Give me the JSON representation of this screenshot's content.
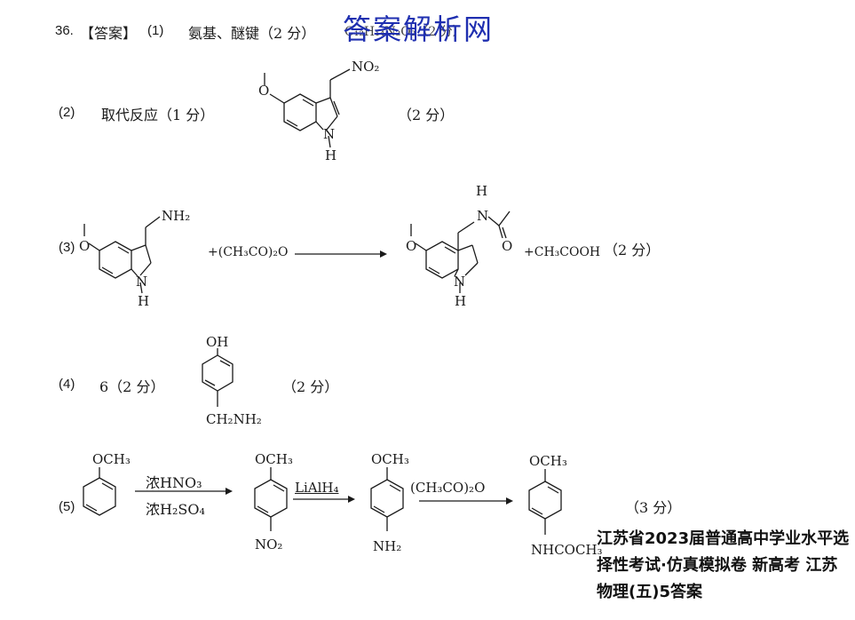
{
  "q_number": "36.",
  "answer_tag": "【答案】",
  "watermark": "答案解析网",
  "part1": {
    "label": "(1)",
    "text": "氨基、醚键（2 分）",
    "formula": "C₁₂H₁₄N₂O₂（2 分）"
  },
  "part2": {
    "label": "(2)",
    "reaction_type": "取代反应（1 分）",
    "score": "（2 分）"
  },
  "part3": {
    "label": "(3)",
    "reagent": "+(CH₃CO)₂O",
    "byproduct": "+CH₃COOH",
    "score": "（2 分）"
  },
  "part4": {
    "label": "(4)",
    "count": "6（2 分）",
    "score": "（2 分）"
  },
  "part5": {
    "label": "(5)",
    "step1_reagent_top": "浓HNO₃",
    "step1_reagent_bottom": "浓H₂SO₄",
    "step2_reagent": "LiAlH₄",
    "step3_reagent": "(CH₃CO)₂O",
    "score": "（3 分）"
  },
  "atoms": {
    "O": "O",
    "N": "N",
    "H": "H",
    "NO2": "NO₂",
    "NH2": "NH₂",
    "OH": "OH",
    "OCH3": "OCH₃",
    "CH2NH2": "CH₂NH₂",
    "NHCOCH3": "NHCOCH₃"
  },
  "footer": "江苏省2023届普通高中学业水平选择性考试·仿真模拟卷 新高考 江苏 物理(五)5答案"
}
